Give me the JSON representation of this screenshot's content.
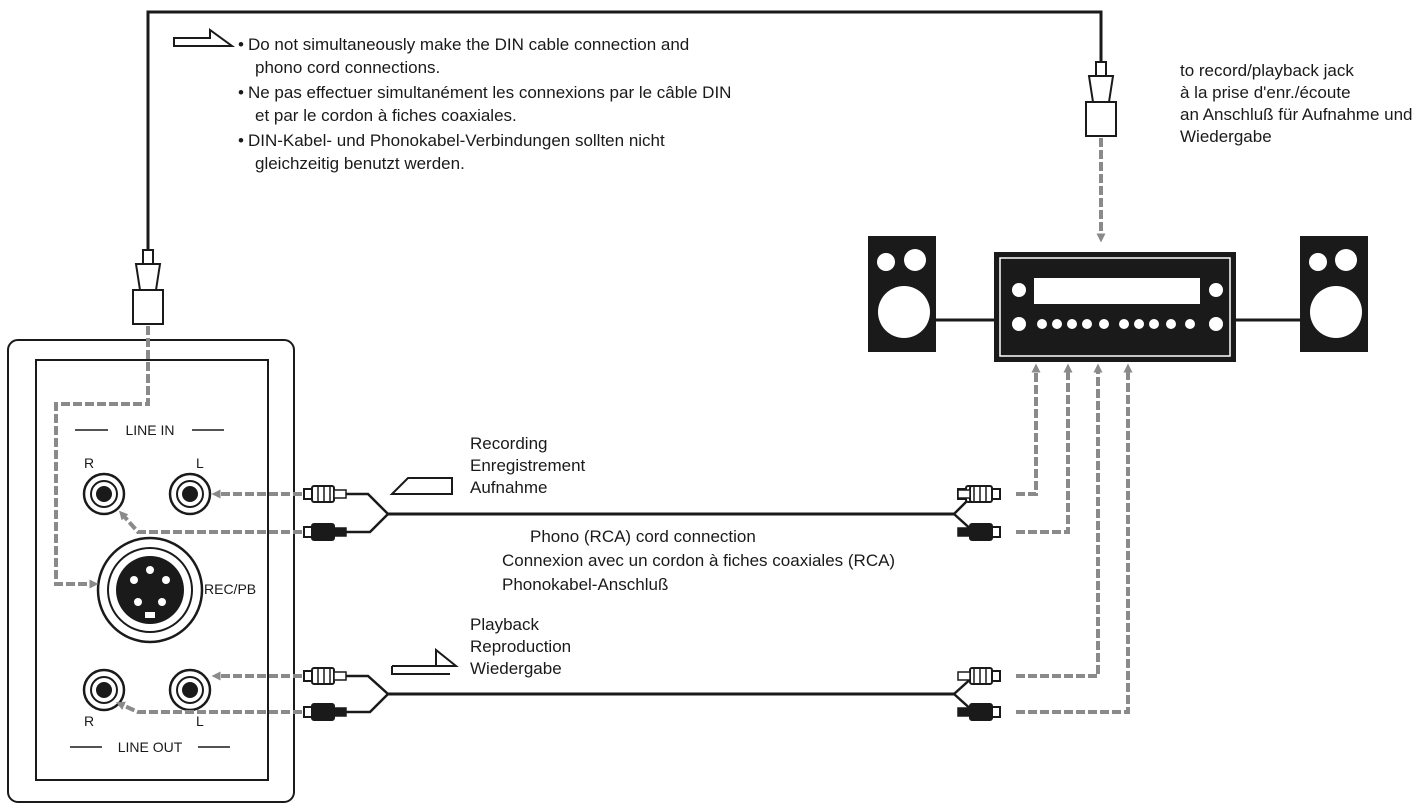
{
  "notes": [
    {
      "bullet": "•",
      "lines": [
        "Do not simultaneously make the DIN cable connection and",
        "phono cord connections."
      ]
    },
    {
      "bullet": "•",
      "lines": [
        "Ne pas effectuer simultanément les connexions par le câble DIN",
        "et par le cordon à fiches coaxiales."
      ]
    },
    {
      "bullet": "•",
      "lines": [
        "DIN-Kabel- und Phonokabel-Verbindungen sollten nicht",
        "gleichzeitig benutzt werden."
      ]
    }
  ],
  "jack_label": [
    "to record/playback jack",
    "à la prise d'enr./écoute",
    "an Anschluß für Aufnahme und",
    "Wiedergabe"
  ],
  "panel": {
    "line_in": "LINE IN",
    "line_out": "LINE OUT",
    "r": "R",
    "l": "L",
    "rec_pb": "REC/PB"
  },
  "recording_label": [
    "Recording",
    "Enregistrement",
    "Aufnahme"
  ],
  "phono_label": [
    "Phono (RCA) cord connection",
    "Connexion avec un cordon à fiches coaxiales (RCA)",
    "Phonokabel-Anschluß"
  ],
  "playback_label": [
    "Playback",
    "Reproduction",
    "Wiedergabe"
  ],
  "colors": {
    "ink": "#1a1a1a",
    "signal": "#8a8a8a"
  }
}
